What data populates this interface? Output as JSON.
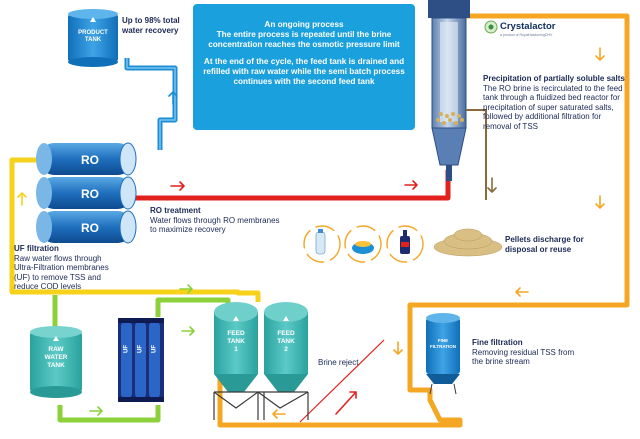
{
  "colors": {
    "blue_pipe": "#1a8fd6",
    "yellow_pipe": "#f7d21b",
    "green_pipe": "#8cd13a",
    "red_pipe": "#e2211c",
    "orange_pipe": "#f5a623",
    "teal_tank": "#3fb7b5",
    "dark_blue": "#17427a",
    "info_box": "#1aa0dd",
    "text": "#1b2a55"
  },
  "info_box": {
    "line1": "An ongoing process",
    "line2": "The entire process is repeated until the brine",
    "line3": "concentration reaches the osmotic pressure limit",
    "line4": "At the end of the cycle, the feed tank is drained and",
    "line5": "refilled with raw water while the semi batch process",
    "line6": "continues with the second feed tank"
  },
  "logo": {
    "name": "Crystalactor",
    "tagline": "a product of RoyalHaskoningDHV"
  },
  "product_tank": {
    "label_line1": "PRODUCT",
    "label_line2": "TANK",
    "note_line1": "Up to 98% total",
    "note_line2": "water recovery"
  },
  "ro": {
    "module_label": "RO",
    "title": "RO treatment",
    "line1": "Water flows through RO membranes",
    "line2": "to maximize recovery"
  },
  "precipitation": {
    "title": "Precipitation of partially soluble salts",
    "line1": "The RO brine is recirculated to the feed",
    "line2": "tank through a fluidized bed reactor for",
    "line3": "precipitation of super saturated salts,",
    "line4": "followed by additional filtration for",
    "line5": "removal of TSS"
  },
  "pellets": {
    "line1": "Pellets discharge for",
    "line2": "disposal or reuse"
  },
  "uf_filtration": {
    "title": "UF filtration",
    "line1": "Raw water flows through",
    "line2": "Ultra-Filtration membranes",
    "line3": "(UF) to remove TSS and",
    "line4": "reduce COD levels",
    "module_label": "UF"
  },
  "raw_tank": {
    "line1": "RAW",
    "line2": "WATER",
    "line3": "TANK"
  },
  "feed_tank_1": {
    "line1": "FEED",
    "line2": "TANK",
    "line3": "1"
  },
  "feed_tank_2": {
    "line1": "FEED",
    "line2": "TANK",
    "line3": "2"
  },
  "brine_reject": "Brine reject",
  "fine_filtration": {
    "tank_line1": "FINE",
    "tank_line2": "FILTRATION",
    "title": "Fine filtration",
    "line1": "Removing residual TSS from",
    "line2": "the brine stream"
  }
}
